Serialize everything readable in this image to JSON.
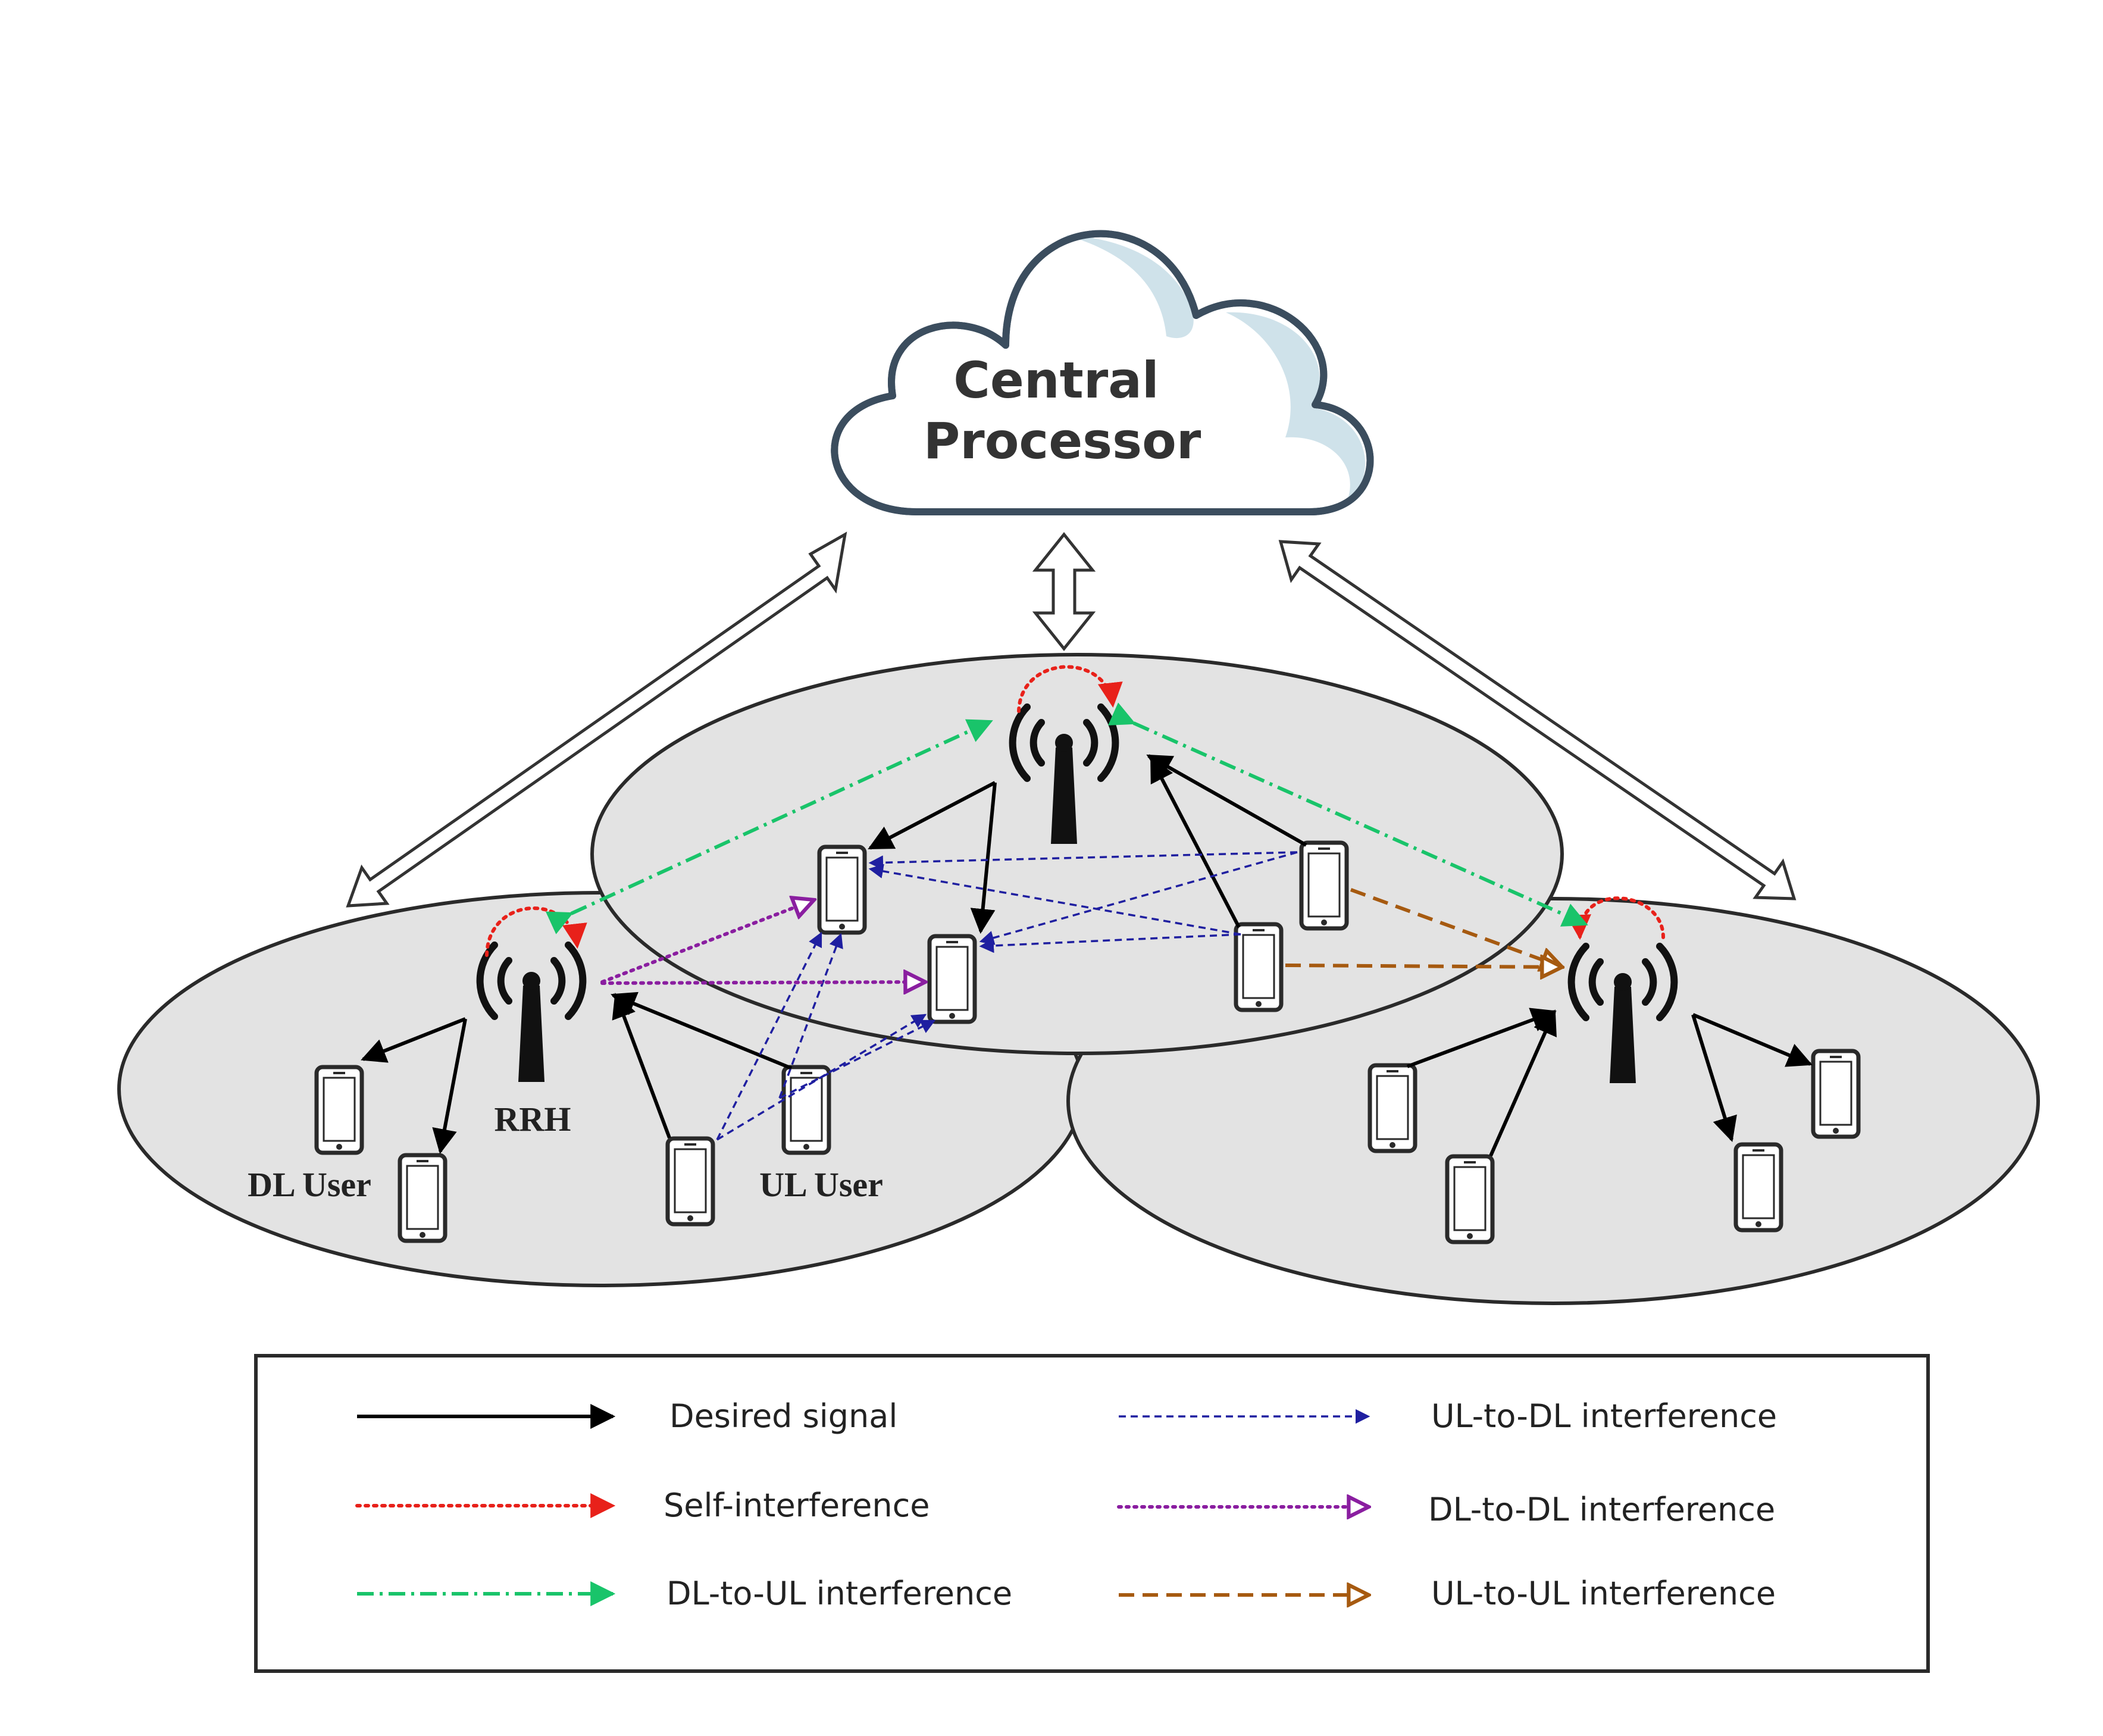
{
  "cloud": {
    "title_line1": "Central",
    "title_line2": "Processor"
  },
  "labels": {
    "rrh": "RRH",
    "dl_user": "DL User",
    "ul_user": "UL User"
  },
  "legend": {
    "items": [
      {
        "label": "Desired signal",
        "color": "#000000",
        "style": "solid",
        "head": "filled"
      },
      {
        "label": "Self-interference",
        "color": "#e8211a",
        "style": "dotted",
        "head": "filled"
      },
      {
        "label": "DL-to-UL interference",
        "color": "#19c46a",
        "style": "dash-dot",
        "head": "filled"
      },
      {
        "label": "UL-to-DL interference",
        "color": "#1f1fa0",
        "style": "dashed",
        "head": "filled"
      },
      {
        "label": "DL-to-DL interference",
        "color": "#8a1ea0",
        "style": "dotted",
        "head": "open"
      },
      {
        "label": "UL-to-UL interference",
        "color": "#a65a10",
        "style": "long-dash",
        "head": "open"
      }
    ]
  },
  "colors": {
    "cell_fill": "#e3e3e3",
    "cloud_stroke": "#3b4d5e",
    "cloud_shade": "#cfe2ea"
  },
  "icons": {
    "antenna": "rrh-antenna-icon",
    "phone": "smartphone-icon",
    "cloud": "cloud-icon"
  }
}
